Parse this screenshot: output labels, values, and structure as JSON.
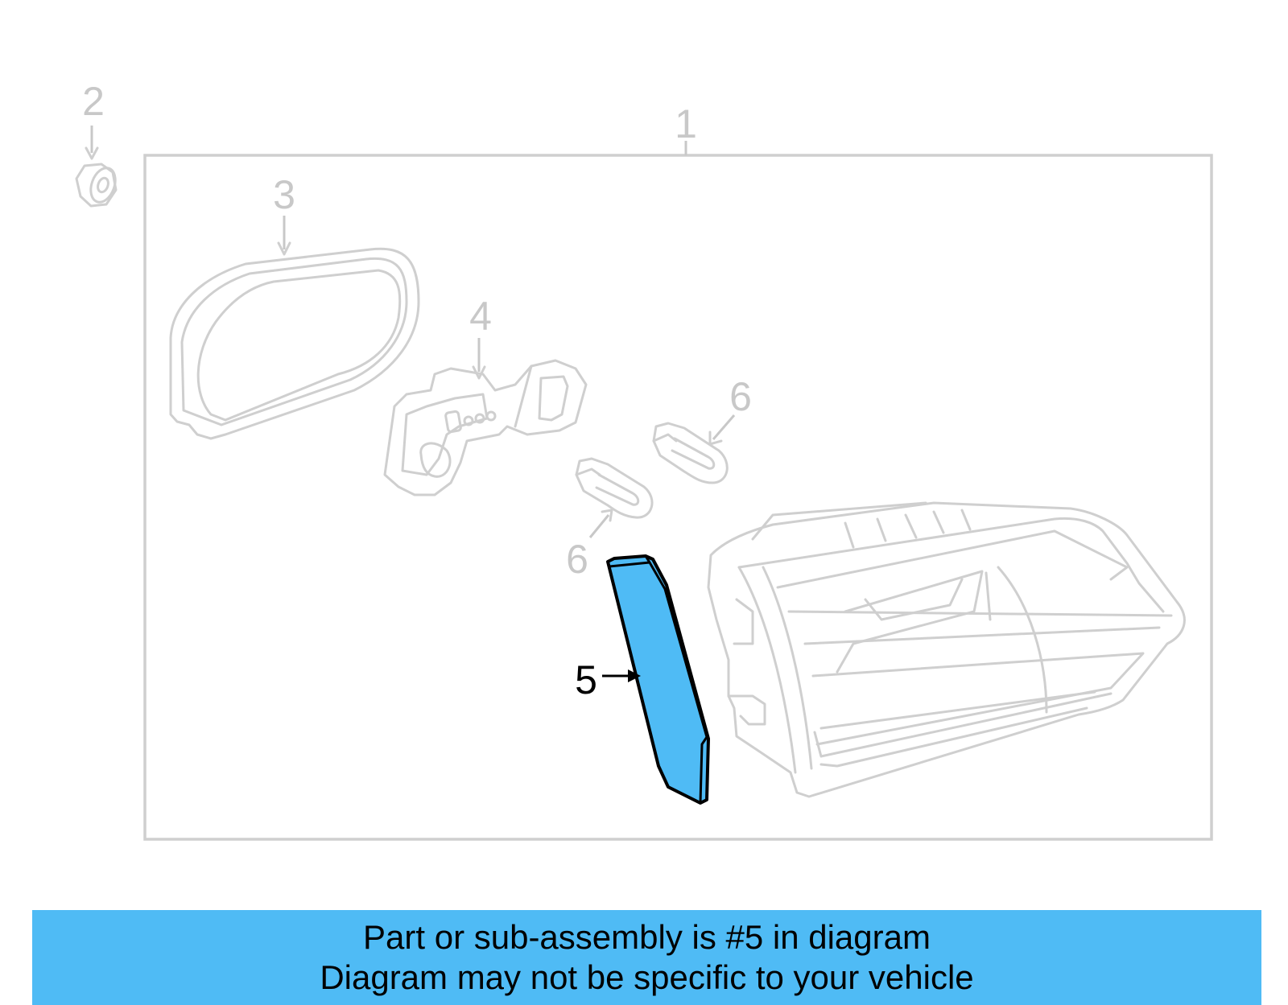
{
  "colors": {
    "highlight": "#4fbbf5",
    "ghost_line": "#cfcfcf",
    "callout_dim": "#c8c8c8",
    "banner_bg": "#4fbbf5"
  },
  "callouts": {
    "c1": "1",
    "c2": "2",
    "c3": "3",
    "c4": "4",
    "c5": "5",
    "c6a": "6",
    "c6b": "6"
  },
  "highlighted_part": "5",
  "banner": {
    "line1": "Part or sub-assembly is #5 in diagram",
    "line2": "Diagram may not be specific to your vehicle"
  }
}
